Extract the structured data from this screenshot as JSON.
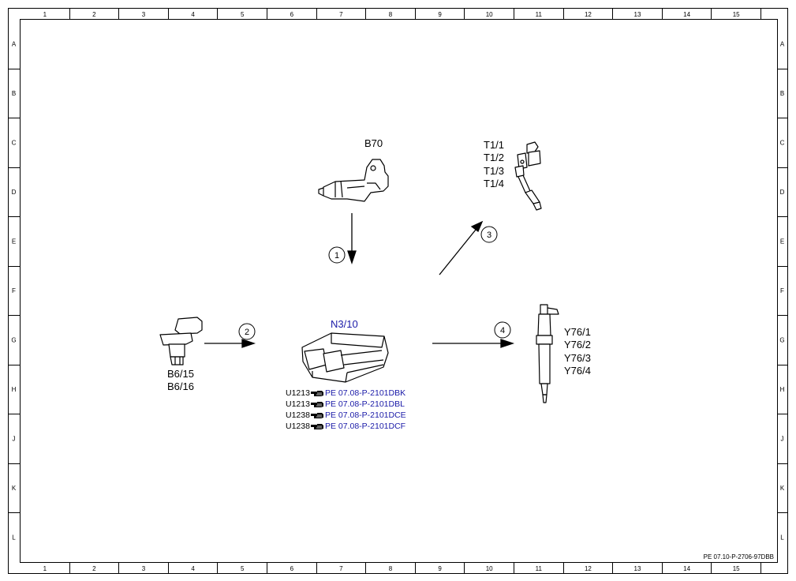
{
  "border": {
    "columns": [
      "1",
      "2",
      "3",
      "4",
      "5",
      "6",
      "7",
      "8",
      "9",
      "10",
      "11",
      "12",
      "13",
      "14",
      "15"
    ],
    "rows": [
      "A",
      "B",
      "C",
      "D",
      "E",
      "F",
      "G",
      "H",
      "J",
      "K",
      "L"
    ]
  },
  "components": {
    "b70": {
      "label": "B70"
    },
    "t1": {
      "labels": [
        "T1/1",
        "T1/2",
        "T1/3",
        "T1/4"
      ]
    },
    "n310": {
      "label": "N3/10"
    },
    "b6": {
      "labels": [
        "B6/15",
        "B6/16"
      ]
    },
    "y76": {
      "labels": [
        "Y76/1",
        "Y76/2",
        "Y76/3",
        "Y76/4"
      ]
    }
  },
  "flows": [
    "1",
    "2",
    "3",
    "4"
  ],
  "references": [
    {
      "code": "U1213",
      "link": "PE 07.08-P-2101DBK"
    },
    {
      "code": "U1213",
      "link": "PE 07.08-P-2101DBL"
    },
    {
      "code": "U1238",
      "link": "PE 07.08-P-2101DCE"
    },
    {
      "code": "U1238",
      "link": "PE 07.08-P-2101DCF"
    }
  ],
  "document_id": "PE 07.10-P-2706-97DBB",
  "colors": {
    "link": "#1a1aa8",
    "line": "#000000"
  },
  "icons": [
    "hand-pointer-icon"
  ]
}
